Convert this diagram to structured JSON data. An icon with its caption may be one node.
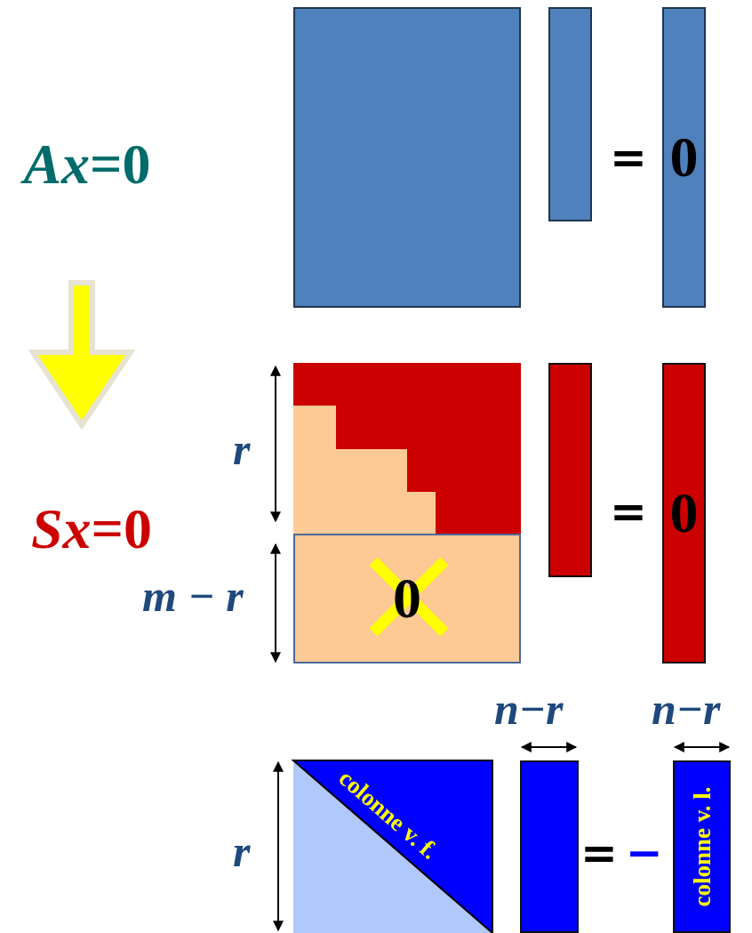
{
  "diagram": {
    "nodes": [
      {
        "text": [
          "*Ax*=0"
        ]
      },
      {
        "text": [
          "*Sx*=0"
        ]
      },
      {
        "text": [],
        "shape": "box"
      },
      {
        "text": [],
        "shape": "box"
      },
      {
        "text": [
          "0"
        ]
      },
      {
        "text": [],
        "shape": "box"
      },
      {
        "text": [
          "0"
        ]
      },
      {
        "text": [],
        "shape": "box"
      },
      {
        "text": [
          "0"
        ]
      },
      {
        "text": [
          "colonne v. f."
        ]
      },
      {
        "text": [],
        "shape": "box"
      },
      {
        "text": [
          "colonne v. l."
        ]
      }
    ],
    "edges": [
      {
        "from": 0,
        "to": 1,
        "arrow": "to",
        "style": "thick",
        "color": "#ffff00"
      }
    ],
    "labels": [
      "=",
      "r",
      "=",
      "m − r",
      "n−r",
      "n−r",
      "r",
      "=",
      "−"
    ]
  }
}
